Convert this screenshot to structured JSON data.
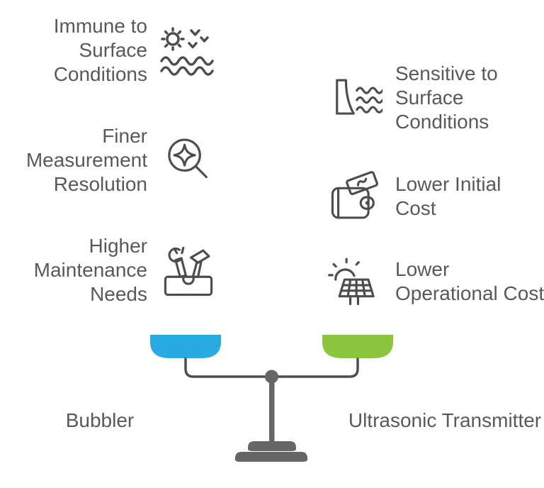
{
  "sides": {
    "left": {
      "label": "Bubbler",
      "pan_color": "#29abe2",
      "items": [
        {
          "text": "Immune to Surface Conditions",
          "lines": [
            "Immune to",
            "Surface",
            "Conditions"
          ],
          "icon": "sun-birds-waves-icon"
        },
        {
          "text": "Finer Measurement Resolution",
          "lines": [
            "Finer",
            "Measurement",
            "Resolution"
          ],
          "icon": "magnifier-sparkle-icon"
        },
        {
          "text": "Higher Maintenance Needs",
          "lines": [
            "Higher",
            "Maintenance",
            "Needs"
          ],
          "icon": "toolbox-icon"
        }
      ]
    },
    "right": {
      "label": "Ultrasonic Transmitter",
      "pan_color": "#8cc63f",
      "items": [
        {
          "text": "Sensitive to Surface Conditions",
          "lines": [
            "Sensitive to",
            "Surface",
            "Conditions"
          ],
          "icon": "dam-waves-icon"
        },
        {
          "text": "Lower Initial Cost",
          "lines": [
            "Lower Initial",
            "Cost"
          ],
          "icon": "wallet-money-icon"
        },
        {
          "text": "Lower Operational Cost",
          "lines": [
            "Lower",
            "Operational Cost"
          ],
          "icon": "solar-panel-icon"
        }
      ]
    }
  },
  "colors": {
    "text": "#58595b",
    "icon_stroke": "#4d4d4d",
    "beam": "#4d4d4d",
    "stand_gray": "#666666",
    "left_pan": "#29abe2",
    "right_pan": "#8cc63f"
  }
}
